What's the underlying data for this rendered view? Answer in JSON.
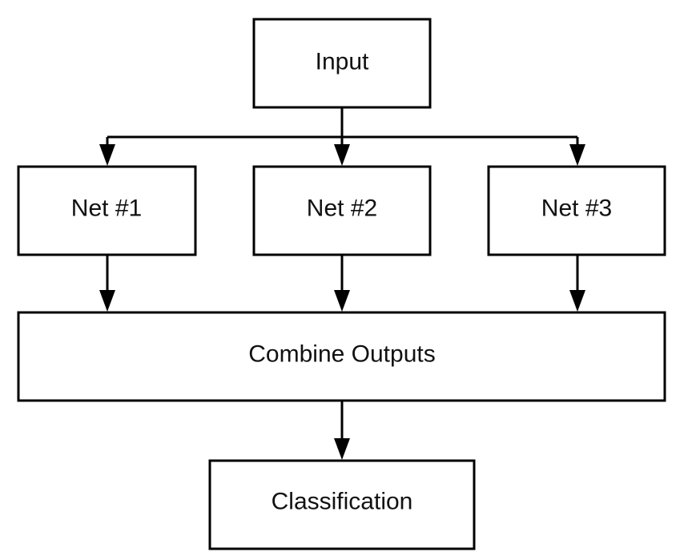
{
  "diagram": {
    "nodes": {
      "input": "Input",
      "net1": "Net #1",
      "net2": "Net #2",
      "net3": "Net #3",
      "combine": "Combine Outputs",
      "classification": "Classification"
    },
    "edges": [
      {
        "from": "input",
        "to": "net1"
      },
      {
        "from": "input",
        "to": "net2"
      },
      {
        "from": "input",
        "to": "net3"
      },
      {
        "from": "net1",
        "to": "combine"
      },
      {
        "from": "net2",
        "to": "combine"
      },
      {
        "from": "net3",
        "to": "combine"
      },
      {
        "from": "combine",
        "to": "classification"
      }
    ]
  }
}
